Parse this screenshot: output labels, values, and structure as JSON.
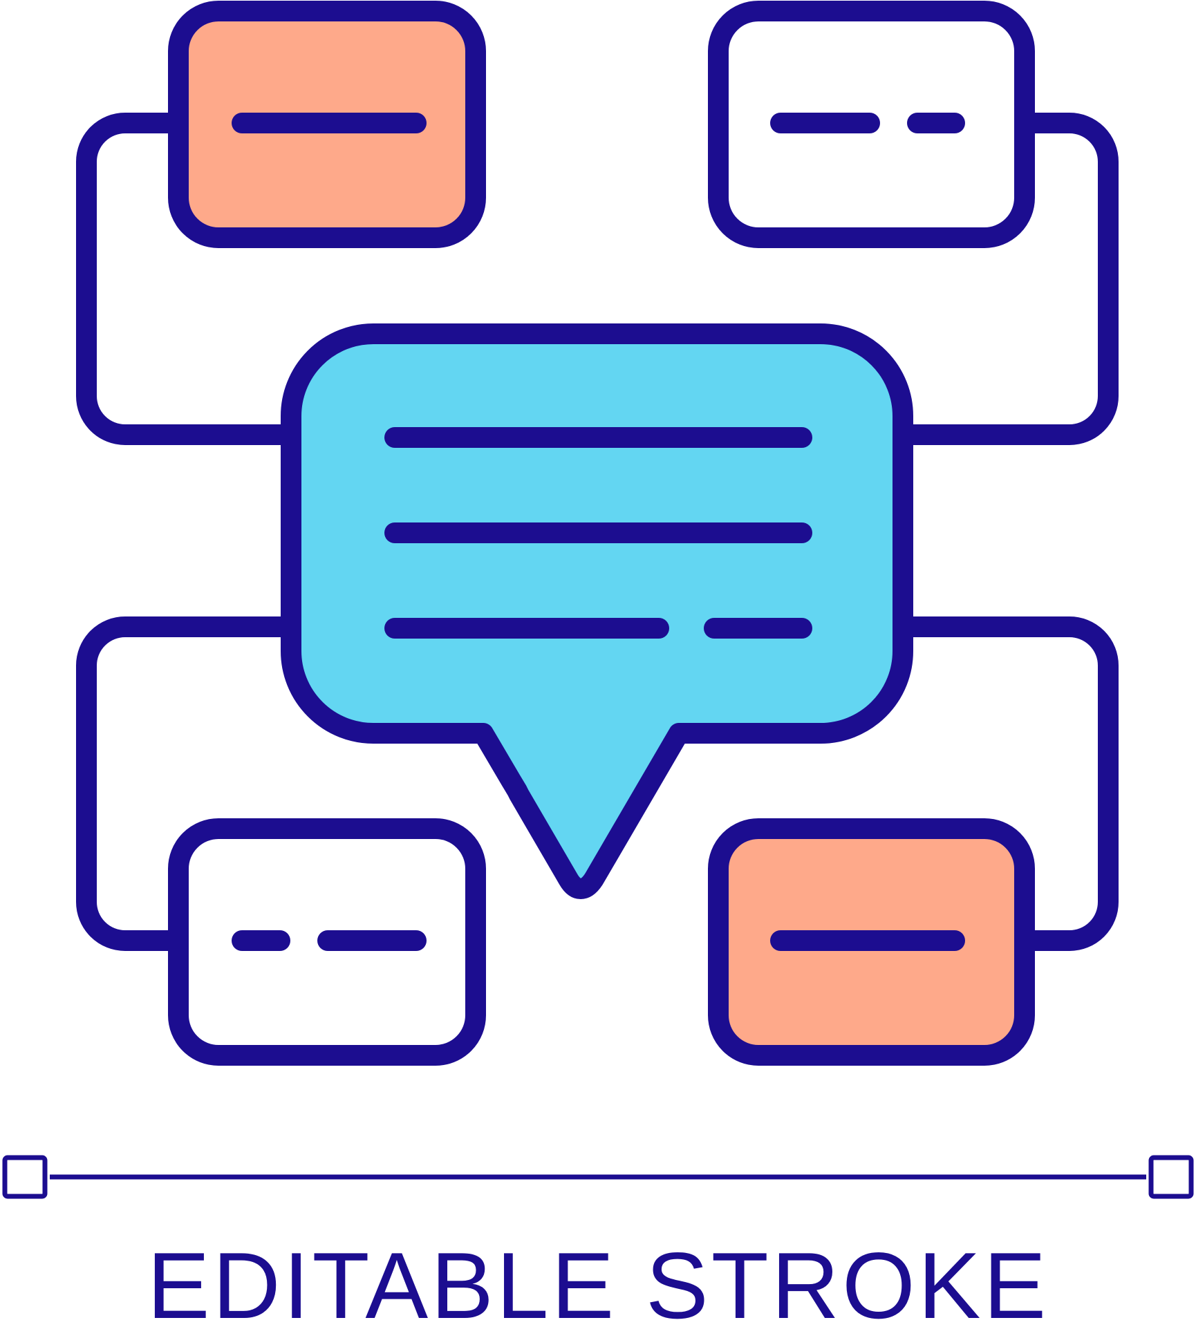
{
  "colors": {
    "stroke": "#1c0d90",
    "accent_fill": "#fea98a",
    "bubble_fill": "#63d6f2",
    "background": "#ffffff",
    "card_fill": "#ffffff"
  },
  "diagram": {
    "center": {
      "icon": "speech-bubble-icon",
      "text_lines": 3
    },
    "cards": [
      {
        "position": "top-left",
        "fill": "accent",
        "text_segments": 1
      },
      {
        "position": "top-right",
        "fill": "plain",
        "text_segments": 2
      },
      {
        "position": "bottom-left",
        "fill": "plain",
        "text_segments": 2
      },
      {
        "position": "bottom-right",
        "fill": "accent",
        "text_segments": 1
      }
    ],
    "connectors": 4
  },
  "stroke_indicator": {
    "icon": "stroke-width-indicator-icon"
  },
  "caption": "EDITABLE STROKE"
}
